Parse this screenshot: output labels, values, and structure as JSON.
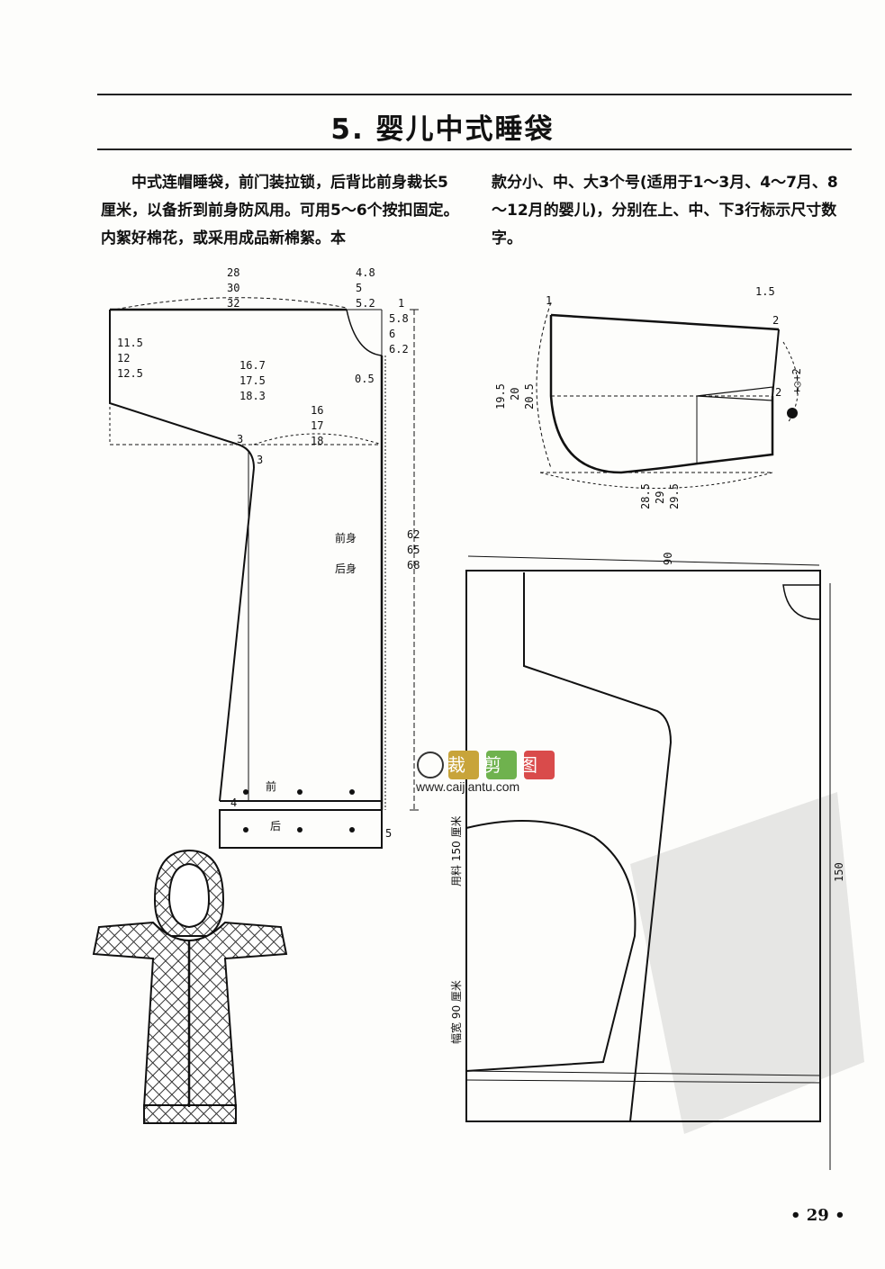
{
  "title": "5. 婴儿中式睡袋",
  "intro": {
    "paragraph_left": "中式连帽睡袋，前门装拉锁，后背比前身裁长5厘米，以备折到前身防风用。可用5～6个按扣固定。内絮好棉花，或采用成品新棉絮。本",
    "paragraph_right": "款分小、中、大3个号(适用于1～3月、4～7月、8～12月的婴儿)，分别在上、中、下3行标示尺寸数字。"
  },
  "body_pattern": {
    "top_width": [
      "28",
      "30",
      "32"
    ],
    "neck_width": [
      "4.8",
      "5",
      "5.2"
    ],
    "shoulder_mark": "1",
    "neck_depth": [
      "5.8",
      "6",
      "6.2"
    ],
    "small_offset": "0.5",
    "sleeve_drop": [
      "11.5",
      "12",
      "12.5"
    ],
    "armhole_depth": [
      "16.7",
      "17.5",
      "18.3"
    ],
    "chest_width": [
      "16",
      "17",
      "18"
    ],
    "underarm_a": "3",
    "underarm_b": "3",
    "total_length": [
      "62",
      "65",
      "68"
    ],
    "front_label": "前身",
    "back_label": "后身",
    "hem_offset": "4",
    "hem_front": "前",
    "hem_back": "后",
    "hem_extension": "5"
  },
  "hood_pattern": {
    "top_mark": "1",
    "right_top": "1.5",
    "right_mark": "2",
    "notch_mark": "2",
    "circle_formula": "+○+2",
    "height": [
      "19.5",
      "20",
      "20.5"
    ],
    "bottom_width": [
      "28.5",
      "29",
      "29.5"
    ]
  },
  "layout_pattern": {
    "fabric_width_dim": "90",
    "fabric_length_dim": "150",
    "fabric_usage": "用料 150 厘米",
    "width_note": "幅宽 90 厘米"
  },
  "watermark": {
    "logo_text": "裁剪图",
    "url": "www.caijiantu.com"
  },
  "page_number": "• 29 •"
}
